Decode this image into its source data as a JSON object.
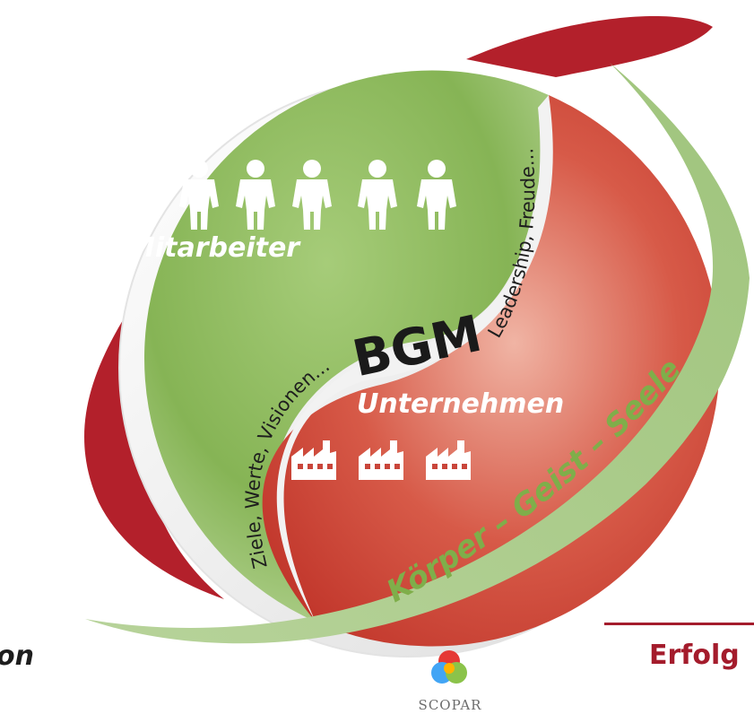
{
  "center_label": "BGM",
  "top_label": "Mitarbeiter",
  "bottom_label": "Unternehmen",
  "upper_arc_text": "Leadership, Freude...",
  "lower_arc_text": "Ziele, Werte, Visionen...",
  "ribbon_text": "Körper – Geist – Seele",
  "caption_left": "on",
  "caption_right": "Erfolg",
  "brand_name": "SCOPAR",
  "icons": {
    "people": [
      "person-icon",
      "person-icon",
      "person-icon",
      "person-icon",
      "person-icon"
    ],
    "factories": [
      "factory-icon",
      "factory-icon",
      "factory-icon"
    ]
  },
  "colors": {
    "green": "#7fae4a",
    "red": "#c8372c",
    "dark_red": "#a41c2c",
    "brand_text": "#6c6c6c"
  }
}
